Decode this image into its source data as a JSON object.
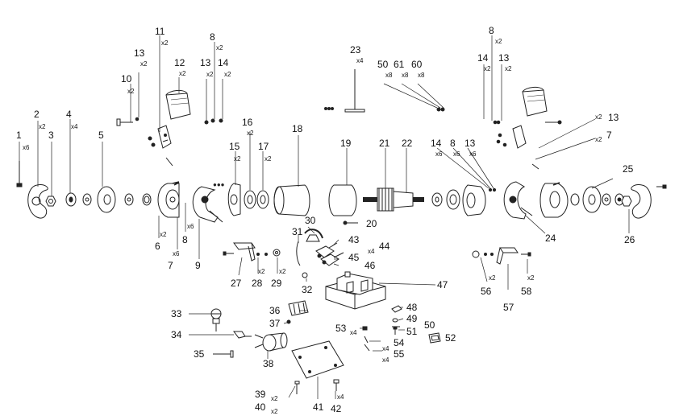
{
  "parts": [
    {
      "n": "1",
      "q": "x6"
    },
    {
      "n": "2",
      "q": "x2"
    },
    {
      "n": "3"
    },
    {
      "n": "4",
      "q": "x4"
    },
    {
      "n": "5"
    },
    {
      "n": "6",
      "q": "x2"
    },
    {
      "n": "7",
      "q": "x6"
    },
    {
      "n": "8",
      "q": "x6"
    },
    {
      "n": "9"
    },
    {
      "n": "10",
      "q": "x2"
    },
    {
      "n": "11",
      "q": "x2"
    },
    {
      "n": "12",
      "q": "x2"
    },
    {
      "n": "13",
      "q": "x2"
    },
    {
      "n": "14",
      "q": "x2"
    },
    {
      "n": "8",
      "q": "x2"
    },
    {
      "n": "13",
      "q": "x2"
    },
    {
      "n": "15",
      "q": "x2"
    },
    {
      "n": "16",
      "q": "x2"
    },
    {
      "n": "17",
      "q": "x2"
    },
    {
      "n": "18"
    },
    {
      "n": "19"
    },
    {
      "n": "20"
    },
    {
      "n": "21"
    },
    {
      "n": "22"
    },
    {
      "n": "23",
      "q": "x4"
    },
    {
      "n": "50",
      "q": "x8"
    },
    {
      "n": "61",
      "q": "x8"
    },
    {
      "n": "60",
      "q": "x8"
    },
    {
      "n": "8",
      "q": "x2"
    },
    {
      "n": "14",
      "q": "x2"
    },
    {
      "n": "13",
      "q": "x2"
    },
    {
      "n": "13",
      "q": "x2"
    },
    {
      "n": "7",
      "q": "x2"
    },
    {
      "n": "14",
      "q": "x6"
    },
    {
      "n": "8",
      "q": "x6"
    },
    {
      "n": "13",
      "q": "x6"
    },
    {
      "n": "25"
    },
    {
      "n": "24"
    },
    {
      "n": "26"
    },
    {
      "n": "27"
    },
    {
      "n": "28",
      "q": "x2"
    },
    {
      "n": "29",
      "q": "x2"
    },
    {
      "n": "30"
    },
    {
      "n": "31"
    },
    {
      "n": "32"
    },
    {
      "n": "43"
    },
    {
      "n": "44",
      "q": "x4"
    },
    {
      "n": "45"
    },
    {
      "n": "46"
    },
    {
      "n": "47"
    },
    {
      "n": "33"
    },
    {
      "n": "34"
    },
    {
      "n": "35"
    },
    {
      "n": "36"
    },
    {
      "n": "37"
    },
    {
      "n": "38"
    },
    {
      "n": "39",
      "q": "x2"
    },
    {
      "n": "40",
      "q": "x2"
    },
    {
      "n": "41"
    },
    {
      "n": "42",
      "q": "x4"
    },
    {
      "n": "48"
    },
    {
      "n": "49"
    },
    {
      "n": "50"
    },
    {
      "n": "51"
    },
    {
      "n": "52"
    },
    {
      "n": "53",
      "q": "x4"
    },
    {
      "n": "54",
      "q": "x4"
    },
    {
      "n": "55",
      "q": "x4"
    },
    {
      "n": "56",
      "q": "x2"
    },
    {
      "n": "57"
    },
    {
      "n": "58",
      "q": "x2"
    }
  ]
}
